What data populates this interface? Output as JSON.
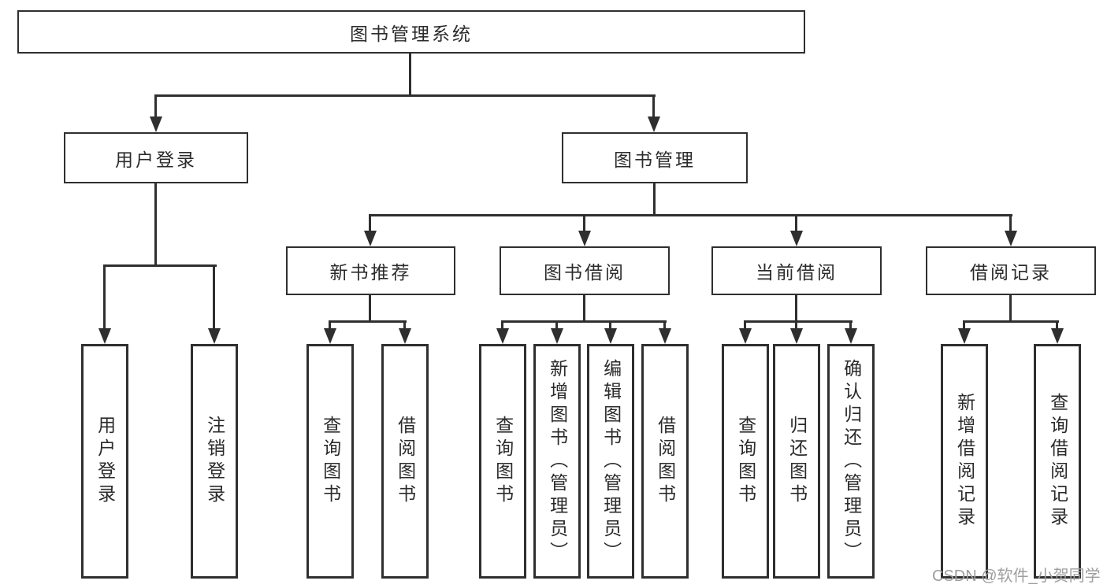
{
  "diagram": {
    "title": "图书管理系统",
    "root": {
      "label": "图书管理系统"
    },
    "level2": [
      {
        "label": "用户登录"
      },
      {
        "label": "图书管理"
      }
    ],
    "level3": [
      {
        "label": "新书推荐",
        "parent": "图书管理"
      },
      {
        "label": "图书借阅",
        "parent": "图书管理"
      },
      {
        "label": "当前借阅",
        "parent": "图书管理"
      },
      {
        "label": "借阅记录",
        "parent": "图书管理"
      }
    ],
    "leaves": [
      {
        "label": "用户登录",
        "parent": "用户登录"
      },
      {
        "label": "注销登录",
        "parent": "用户登录"
      },
      {
        "label": "查询图书",
        "parent": "新书推荐"
      },
      {
        "label": "借阅图书",
        "parent": "新书推荐"
      },
      {
        "label": "查询图书",
        "parent": "图书借阅"
      },
      {
        "label": "新增图书（管理员）",
        "parent": "图书借阅"
      },
      {
        "label": "编辑图书（管理员）",
        "parent": "图书借阅"
      },
      {
        "label": "借阅图书",
        "parent": "图书借阅"
      },
      {
        "label": "查询图书",
        "parent": "当前借阅"
      },
      {
        "label": "归还图书",
        "parent": "当前借阅"
      },
      {
        "label": "确认归还（管理员）",
        "parent": "当前借阅"
      },
      {
        "label": "新增借阅记录",
        "parent": "借阅记录"
      },
      {
        "label": "查询借阅记录",
        "parent": "借阅记录"
      }
    ]
  },
  "watermark": {
    "text": "CSDN @软件_小贺同学",
    "color": "#9e9e9e"
  },
  "colors": {
    "line": "#2f2f2f",
    "box_border": "#2f2f2f",
    "background": "#ffffff",
    "text": "#2b2b2b"
  }
}
